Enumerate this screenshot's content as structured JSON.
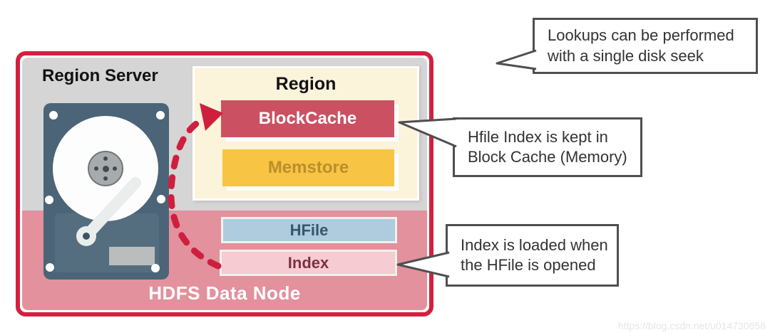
{
  "region_server": {
    "title": "Region Server",
    "hdfs_label": "HDFS Data Node"
  },
  "region": {
    "title": "Region",
    "block_cache_label": "BlockCache",
    "memstore_label": "Memstore"
  },
  "files": {
    "hfile_label": "HFile",
    "index_label": "Index"
  },
  "callouts": [
    {
      "line1": "Lookups can be performed",
      "line2": "with a single disk seek"
    },
    {
      "line1": "Hfile Index is kept in",
      "line2": "Block Cache (Memory)"
    },
    {
      "line1": "Index is loaded when",
      "line2": "the HFile is opened"
    }
  ],
  "watermark": "https://blog.csdn.net/u014730658",
  "colors": {
    "border_red": "#D2203E",
    "arrow_red": "#CE203E",
    "gray_fill": "#D5D5D5",
    "pink_fill": "#E2919D",
    "cream_fill": "#FCF3DB",
    "block_cache_red": "#CB5162",
    "memstore_gold": "#F7C543",
    "memstore_text": "#BC8E2C",
    "hfile_blue": "#AFCBDE",
    "hfile_text": "#35566B",
    "index_pink": "#F6CBD2",
    "index_text": "#7C3140",
    "disk_slate": "#4C6477",
    "callout_border": "#4F4F4F"
  }
}
